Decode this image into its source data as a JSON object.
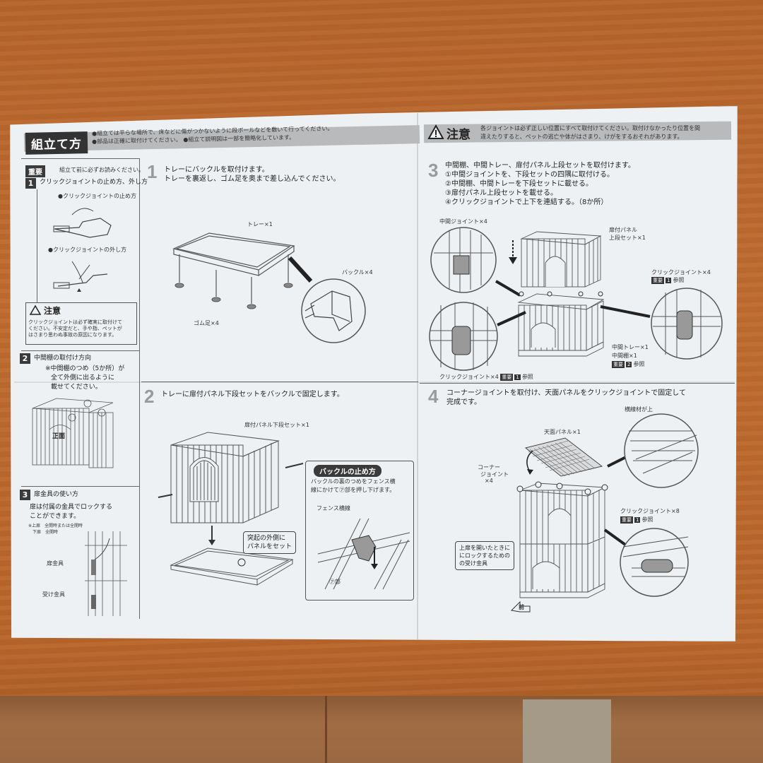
{
  "header": {
    "title": "組立て方",
    "notes": [
      "●組立ては平らな場所で、床などに傷がつかないように段ボールなどを敷いて行ってください。",
      "●部品は正確に取付けてください。 ●組立て説明図は一部を簡略化しています。"
    ],
    "caution_title": "注意",
    "caution_text": [
      "各ジョイントは必ず正しい位置にすべて取付けてください。取付けなかったり位置を間",
      "違えたりすると、ペットの逃亡や体がはさまり、けがをするおそれがあります。"
    ]
  },
  "important": {
    "label": "重要",
    "subtitle": "組立て前に必ずお読みください。",
    "s1_title": "クリックジョイントの止め方、外し方",
    "s1_attach": "●クリックジョイントの止め方",
    "s1_detach": "●クリックジョイントの外し方",
    "warn_title": "注意",
    "warn_text": [
      "クリックジョイントは必ず確実に取付けて",
      "ください。不安定だと、手や指、ペットが",
      "はさまり思わぬ事故の原因になります。"
    ],
    "s2_title": "中間棚の取付け方向",
    "s2_text": [
      "※中間棚のつめ（5か所）が",
      "全て外側に出るように",
      "載せてください。"
    ],
    "s2_front": "正面",
    "s3_title": "扉金具の使い方",
    "s3_text": [
      "扉は付属の金具でロックする",
      "ことができます。"
    ],
    "s3_note": [
      "※上扉　全開時または全開時",
      "　下扉　全開時"
    ],
    "s3_label1": "扉金具",
    "s3_label2": "受け金具"
  },
  "step1": {
    "num": "1",
    "text": [
      "トレーにバックルを取付けます。",
      "トレーを裏返し、ゴム足を奥まで差し込んでください。"
    ],
    "tray": "トレー×1",
    "buckle": "バックル×4",
    "rubber": "ゴム足×4"
  },
  "step2": {
    "num": "2",
    "text": "トレーに扉付パネル下段セットをバックルで固定します。",
    "panel": "扉付パネル下段セット×1",
    "callout": [
      "突起の外側に",
      "パネルをセット"
    ],
    "buckle_title": "バックルの止め方",
    "buckle_text": [
      "バックルの裏のつめをフェンス横",
      "線にかけて㋐部を押し下げます。"
    ],
    "fence": "フェンス横線",
    "part": "㋐部"
  },
  "step3": {
    "num": "3",
    "text": [
      "中間棚、中間トレー、扉付パネル上段セットを取付けます。",
      "①中間ジョイントを、下段セットの四隅に取付ける。",
      "②中間棚、中間トレーを下段セットに載せる。",
      "③扉付パネル上段セットを載せる。",
      "④クリックジョイントで上下を連結する。（8か所）"
    ],
    "mid_joint": "中間ジョイント×4",
    "upper_panel": [
      "扉付パネル",
      "上段セット×1"
    ],
    "click_joint": "クリックジョイント×4",
    "ref1": "参照",
    "mid_tray": "中間トレー×1",
    "mid_shelf": "中間棚×1",
    "ref2": "参照",
    "click_joint2": "クリックジョイント×4",
    "ref3": "参照"
  },
  "step4": {
    "num": "4",
    "text": [
      "コーナージョイントを取付け、天面パネルをクリックジョイントで固定して",
      "完成です。"
    ],
    "top_panel": "天面パネル×1",
    "cross": "横線材が上",
    "corner": [
      "コーナー",
      "ジョイント",
      "×4"
    ],
    "click": "クリックジョイント×8",
    "ref": "参照",
    "callout": [
      "上扉を開いたときに",
      "にロックするための",
      "の受け金具"
    ],
    "front": "前"
  },
  "badges": {
    "juyo": "重要",
    "one": "1",
    "two": "2"
  }
}
